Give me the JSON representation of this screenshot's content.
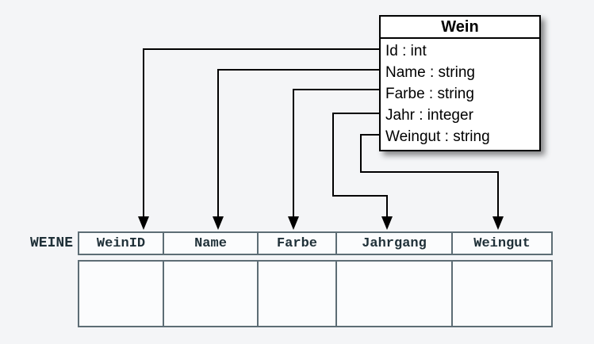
{
  "class_box": {
    "title": "Wein",
    "attributes": [
      "Id : int",
      "Name : string",
      "Farbe : string",
      "Jahr : integer",
      "Weingut : string"
    ]
  },
  "table": {
    "name": "WEINE",
    "columns": [
      "WeinID",
      "Name",
      "Farbe",
      "Jahrgang",
      "Weingut"
    ],
    "empty_row_cells": [
      "",
      "",
      "",
      "",
      ""
    ]
  },
  "mappings": [
    {
      "from": "Id",
      "to": "WeinID"
    },
    {
      "from": "Name",
      "to": "Name"
    },
    {
      "from": "Farbe",
      "to": "Farbe"
    },
    {
      "from": "Jahr",
      "to": "Jahrgang"
    },
    {
      "from": "Weingut",
      "to": "Weingut"
    }
  ],
  "colors": {
    "background": "#f4f5f7",
    "box_border": "#000000",
    "box_fill": "#ffffff",
    "table_border": "#5d6d75",
    "table_text": "#1f3038",
    "arrow": "#000000"
  }
}
